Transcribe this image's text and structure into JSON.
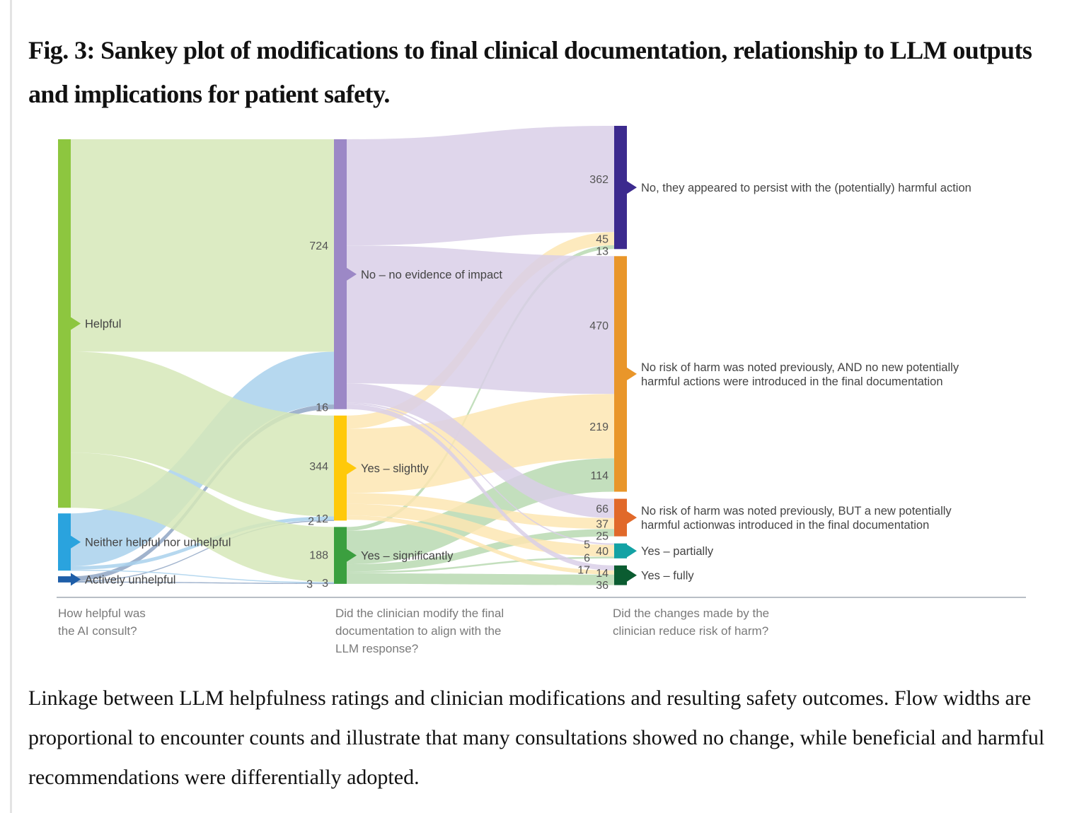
{
  "title": "Fig. 3: Sankey plot of modifications to final clinical documentation, relationship to LLM outputs and implications for patient safety.",
  "caption": "Linkage between LLM helpfulness ratings and clinician modifications and resulting safety outcomes. Flow widths are proportional to encounter counts and illustrate that many consultations showed no change, while beneficial and harmful recommendations were differentially adopted.",
  "chart_data": {
    "type": "sankey",
    "columns": [
      {
        "label": "How helpful was the AI consult?",
        "lines": [
          "How helpful was",
          "the AI consult?"
        ]
      },
      {
        "label": "Did the clinician modify the final documentation to align with the LLM response?",
        "lines": [
          "Did the clinician modify the final",
          "documentation to align with the",
          "LLM response?"
        ]
      },
      {
        "label": "Did the changes made by the clinician reduce risk of harm?",
        "lines": [
          "Did the changes made by the",
          "clinician reduce risk of harm?"
        ]
      }
    ],
    "nodes": [
      {
        "id": "helpful",
        "column": 0,
        "label": [
          "Helpful"
        ],
        "color": "#8dc63f",
        "link_color": "#d6e7b8"
      },
      {
        "id": "neither",
        "column": 0,
        "label": [
          "Neither helpful nor unhelpful"
        ],
        "color": "#2aa3de",
        "link_color": "#a9d1ec"
      },
      {
        "id": "unhelpful",
        "column": 0,
        "label": [
          "Actively unhelpful"
        ],
        "color": "#1f5ea8",
        "link_color": "#8fa6c4"
      },
      {
        "id": "no_impact",
        "column": 1,
        "label": [
          "No – no evidence of impact"
        ],
        "color": "#9c88c6",
        "link_color": "#d9cfe8"
      },
      {
        "id": "slightly",
        "column": 1,
        "label": [
          "Yes – slightly"
        ],
        "color": "#ffc90a",
        "link_color": "#fde6b3"
      },
      {
        "id": "significantly",
        "column": 1,
        "label": [
          "Yes – significantly"
        ],
        "color": "#3b9f3f",
        "link_color": "#b9d9b1"
      },
      {
        "id": "persist",
        "column": 2,
        "label": [
          "No, they appeared to persist with the (potentially) harmful action"
        ],
        "color": "#3c2a8e"
      },
      {
        "id": "no_risk",
        "column": 2,
        "label": [
          "No risk of harm was noted previously, AND no new potentially",
          "harmful actions were introduced in the final documentation"
        ],
        "color": "#e9962a"
      },
      {
        "id": "new_harm",
        "column": 2,
        "label": [
          "No risk of harm was noted previously, BUT a new potentially",
          "harmful actionwas introduced in the final documentation"
        ],
        "color": "#e1692a"
      },
      {
        "id": "partially",
        "column": 2,
        "label": [
          "Yes – partially"
        ],
        "color": "#13a2a4"
      },
      {
        "id": "fully",
        "column": 2,
        "label": [
          "Yes – fully"
        ],
        "color": "#0b5c31"
      }
    ],
    "links": [
      {
        "source": "helpful",
        "target": "no_impact",
        "value": 724,
        "label": "724"
      },
      {
        "source": "neither",
        "target": "no_impact",
        "value": 180,
        "label": null
      },
      {
        "source": "unhelpful",
        "target": "no_impact",
        "value": 16,
        "label": "16"
      },
      {
        "source": "helpful",
        "target": "slightly",
        "value": 344,
        "label": "344"
      },
      {
        "source": "neither",
        "target": "slightly",
        "value": 12,
        "label": "12"
      },
      {
        "source": "unhelpful",
        "target": "slightly",
        "value": 2,
        "label": "2"
      },
      {
        "source": "helpful",
        "target": "significantly",
        "value": 188,
        "label": "188"
      },
      {
        "source": "neither",
        "target": "significantly",
        "value": 3,
        "label": "3"
      },
      {
        "source": "unhelpful",
        "target": "significantly",
        "value": 3,
        "label": "3"
      },
      {
        "source": "no_impact",
        "target": "persist",
        "value": 362,
        "label": "362"
      },
      {
        "source": "slightly",
        "target": "persist",
        "value": 45,
        "label": "45"
      },
      {
        "source": "significantly",
        "target": "persist",
        "value": 13,
        "label": "13"
      },
      {
        "source": "no_impact",
        "target": "no_risk",
        "value": 470,
        "label": "470"
      },
      {
        "source": "slightly",
        "target": "no_risk",
        "value": 219,
        "label": "219"
      },
      {
        "source": "significantly",
        "target": "no_risk",
        "value": 114,
        "label": "114"
      },
      {
        "source": "no_impact",
        "target": "new_harm",
        "value": 66,
        "label": "66"
      },
      {
        "source": "slightly",
        "target": "new_harm",
        "value": 37,
        "label": "37"
      },
      {
        "source": "significantly",
        "target": "new_harm",
        "value": 25,
        "label": "25"
      },
      {
        "source": "no_impact",
        "target": "partially",
        "value": 5,
        "label": "5"
      },
      {
        "source": "slightly",
        "target": "partially",
        "value": 40,
        "label": "40"
      },
      {
        "source": "significantly",
        "target": "partially",
        "value": 6,
        "label": "6"
      },
      {
        "source": "no_impact",
        "target": "fully",
        "value": 17,
        "label": "17"
      },
      {
        "source": "slightly",
        "target": "fully",
        "value": 14,
        "label": "14"
      },
      {
        "source": "significantly",
        "target": "fully",
        "value": 36,
        "label": "36"
      }
    ]
  }
}
